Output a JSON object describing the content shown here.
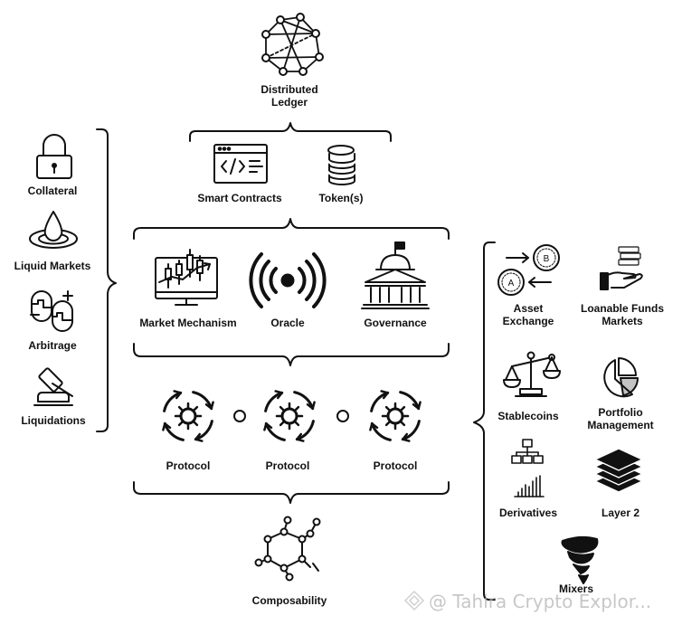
{
  "labels": {
    "distributed_ledger_line1": "Distributed",
    "distributed_ledger_line2": "Ledger",
    "smart_contracts": "Smart Contracts",
    "tokens": "Token(s)",
    "collateral": "Collateral",
    "liquid_markets": "Liquid Markets",
    "arbitrage": "Arbitrage",
    "liquidations": "Liquidations",
    "market_mechanism": "Market Mechanism",
    "oracle": "Oracle",
    "governance": "Governance",
    "protocol_1": "Protocol",
    "protocol_2": "Protocol",
    "protocol_3": "Protocol",
    "composability": "Composability",
    "asset_exchange_line1": "Asset",
    "asset_exchange_line2": "Exchange",
    "loanable_funds_line1": "Loanable Funds",
    "loanable_funds_line2": "Markets",
    "stablecoins": "Stablecoins",
    "portfolio_line1": "Portfolio",
    "portfolio_line2": "Management",
    "derivatives": "Derivatives",
    "layer2": "Layer 2",
    "mixers": "Mixers"
  },
  "icon_glyphs": {
    "asset_a": "A",
    "asset_b": "B"
  },
  "watermark": "@ Tahira Crypto Explor...",
  "icons": [
    "network-graph-icon",
    "code-window-icon",
    "coin-stack-icon",
    "padlock-icon",
    "water-drop-icon",
    "arbitrage-chart-icon",
    "gavel-icon",
    "candlestick-monitor-icon",
    "broadcast-icon",
    "bank-building-icon",
    "protocol-gear-icon",
    "molecule-icon",
    "asset-swap-icon",
    "hand-money-icon",
    "balance-scale-icon",
    "pie-chart-icon",
    "hierarchy-bars-icon",
    "layers-icon",
    "tornado-icon"
  ],
  "colors": {
    "ink": "#111111",
    "background": "#ffffff"
  }
}
